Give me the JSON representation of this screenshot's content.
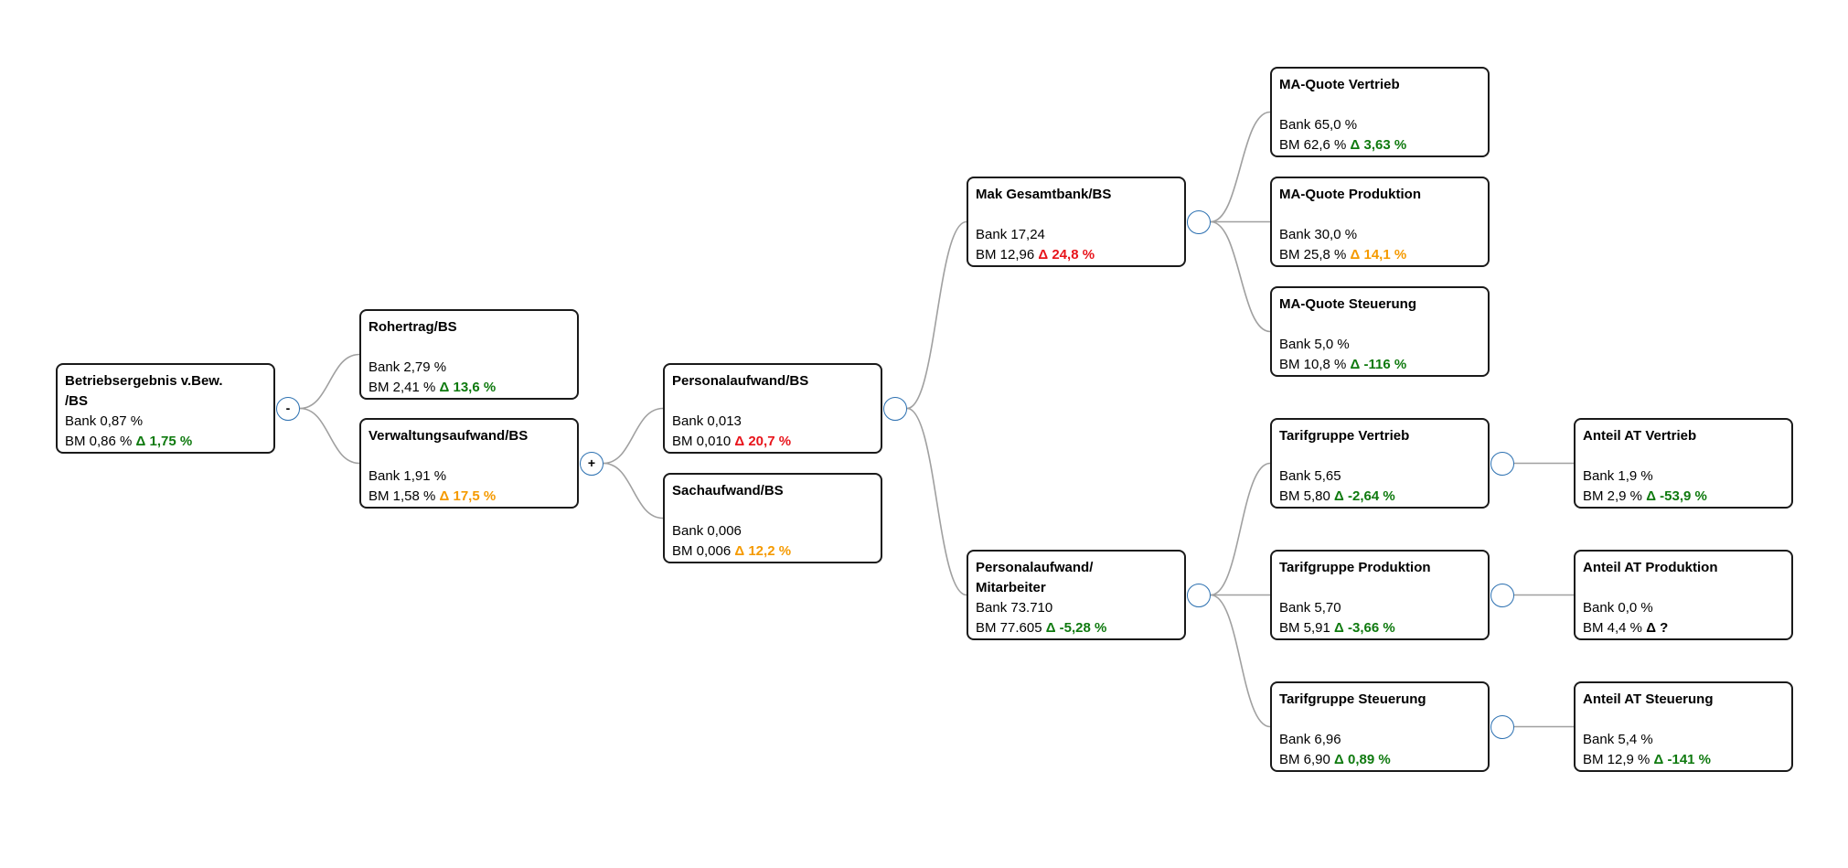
{
  "colors": {
    "link": "#a0a0a0",
    "toggle_border": "#2a6fb0",
    "positive": "#0f7a0f",
    "warning": "#f59a00",
    "negative": "#e8141b"
  },
  "nodes": {
    "betriebsergebnis": {
      "title": "Betriebsergebnis v.Bew.",
      "title2": "/BS",
      "bank": "Bank 0,87 %",
      "bm": "BM 0,86 %",
      "delta": "Δ 1,75 %",
      "delta_color": "green"
    },
    "rohertrag": {
      "title": "Rohertrag/BS",
      "bank": "Bank 2,79 %",
      "bm": "BM 2,41 %",
      "delta": "Δ 13,6 %",
      "delta_color": "green"
    },
    "verwaltungsaufwand": {
      "title": "Verwaltungsaufwand/BS",
      "bank": "Bank 1,91 %",
      "bm": "BM 1,58 %",
      "delta": "Δ 17,5 %",
      "delta_color": "orange"
    },
    "personalaufwand": {
      "title": "Personalaufwand/BS",
      "bank": "Bank 0,013",
      "bm": "BM 0,010",
      "delta": "Δ 20,7 %",
      "delta_color": "red"
    },
    "sachaufwand": {
      "title": "Sachaufwand/BS",
      "bank": "Bank 0,006",
      "bm": "BM 0,006",
      "delta": "Δ 12,2 %",
      "delta_color": "orange"
    },
    "mak_gesamtbank": {
      "title": "Mak Gesamtbank/BS",
      "bank": "Bank 17,24",
      "bm": "BM 12,96",
      "delta": "Δ 24,8 %",
      "delta_color": "red"
    },
    "personalaufwand_mitarbeiter": {
      "title": "Personalaufwand/",
      "title2": "Mitarbeiter",
      "bank": "Bank 73.710",
      "bm": "BM 77.605",
      "delta": "Δ -5,28 %",
      "delta_color": "green"
    },
    "ma_quote_vertrieb": {
      "title": "MA-Quote Vertrieb",
      "bank": "Bank 65,0 %",
      "bm": "BM 62,6 %",
      "delta": "Δ 3,63 %",
      "delta_color": "green"
    },
    "ma_quote_produktion": {
      "title": "MA-Quote Produktion",
      "bank": "Bank 30,0 %",
      "bm": "BM 25,8 %",
      "delta": "Δ 14,1 %",
      "delta_color": "orange"
    },
    "ma_quote_steuerung": {
      "title": "MA-Quote Steuerung",
      "bank": "Bank 5,0 %",
      "bm": "BM 10,8 %",
      "delta": "Δ -116 %",
      "delta_color": "green"
    },
    "tarifgruppe_vertrieb": {
      "title": "Tarifgruppe Vertrieb",
      "bank": "Bank 5,65",
      "bm": "BM 5,80",
      "delta": "Δ -2,64 %",
      "delta_color": "green"
    },
    "tarifgruppe_produktion": {
      "title": "Tarifgruppe Produktion",
      "bank": "Bank 5,70",
      "bm": "BM 5,91",
      "delta": "Δ -3,66 %",
      "delta_color": "green"
    },
    "tarifgruppe_steuerung": {
      "title": "Tarifgruppe Steuerung",
      "bank": "Bank 6,96",
      "bm": "BM 6,90",
      "delta": "Δ 0,89 %",
      "delta_color": "green"
    },
    "anteil_at_vertrieb": {
      "title": "Anteil AT Vertrieb",
      "bank": "Bank 1,9 %",
      "bm": "BM 2,9 %",
      "delta": "Δ -53,9 %",
      "delta_color": "green"
    },
    "anteil_at_produktion": {
      "title": "Anteil AT Produktion",
      "bank": "Bank 0,0 %",
      "bm": "BM 4,4 %",
      "delta": "Δ ?",
      "delta_color": "black"
    },
    "anteil_at_steuerung": {
      "title": "Anteil AT Steuerung",
      "bank": "Bank 5,4 %",
      "bm": "BM 12,9 %",
      "delta": "Δ -141 %",
      "delta_color": "green"
    }
  },
  "toggles": {
    "betriebsergebnis": "-",
    "verwaltungsaufwand": "+",
    "personalaufwand": "",
    "mak_gesamtbank": "",
    "personalaufwand_mitarbeiter": "",
    "tarifgruppe_vertrieb": "",
    "tarifgruppe_produktion": "",
    "tarifgruppe_steuerung": ""
  },
  "edges": [
    [
      "betriebsergebnis",
      "rohertrag"
    ],
    [
      "betriebsergebnis",
      "verwaltungsaufwand"
    ],
    [
      "verwaltungsaufwand",
      "personalaufwand"
    ],
    [
      "verwaltungsaufwand",
      "sachaufwand"
    ],
    [
      "personalaufwand",
      "mak_gesamtbank"
    ],
    [
      "personalaufwand",
      "personalaufwand_mitarbeiter"
    ],
    [
      "mak_gesamtbank",
      "ma_quote_vertrieb"
    ],
    [
      "mak_gesamtbank",
      "ma_quote_produktion"
    ],
    [
      "mak_gesamtbank",
      "ma_quote_steuerung"
    ],
    [
      "personalaufwand_mitarbeiter",
      "tarifgruppe_vertrieb"
    ],
    [
      "personalaufwand_mitarbeiter",
      "tarifgruppe_produktion"
    ],
    [
      "personalaufwand_mitarbeiter",
      "tarifgruppe_steuerung"
    ],
    [
      "tarifgruppe_vertrieb",
      "anteil_at_vertrieb"
    ],
    [
      "tarifgruppe_produktion",
      "anteil_at_produktion"
    ],
    [
      "tarifgruppe_steuerung",
      "anteil_at_steuerung"
    ]
  ]
}
